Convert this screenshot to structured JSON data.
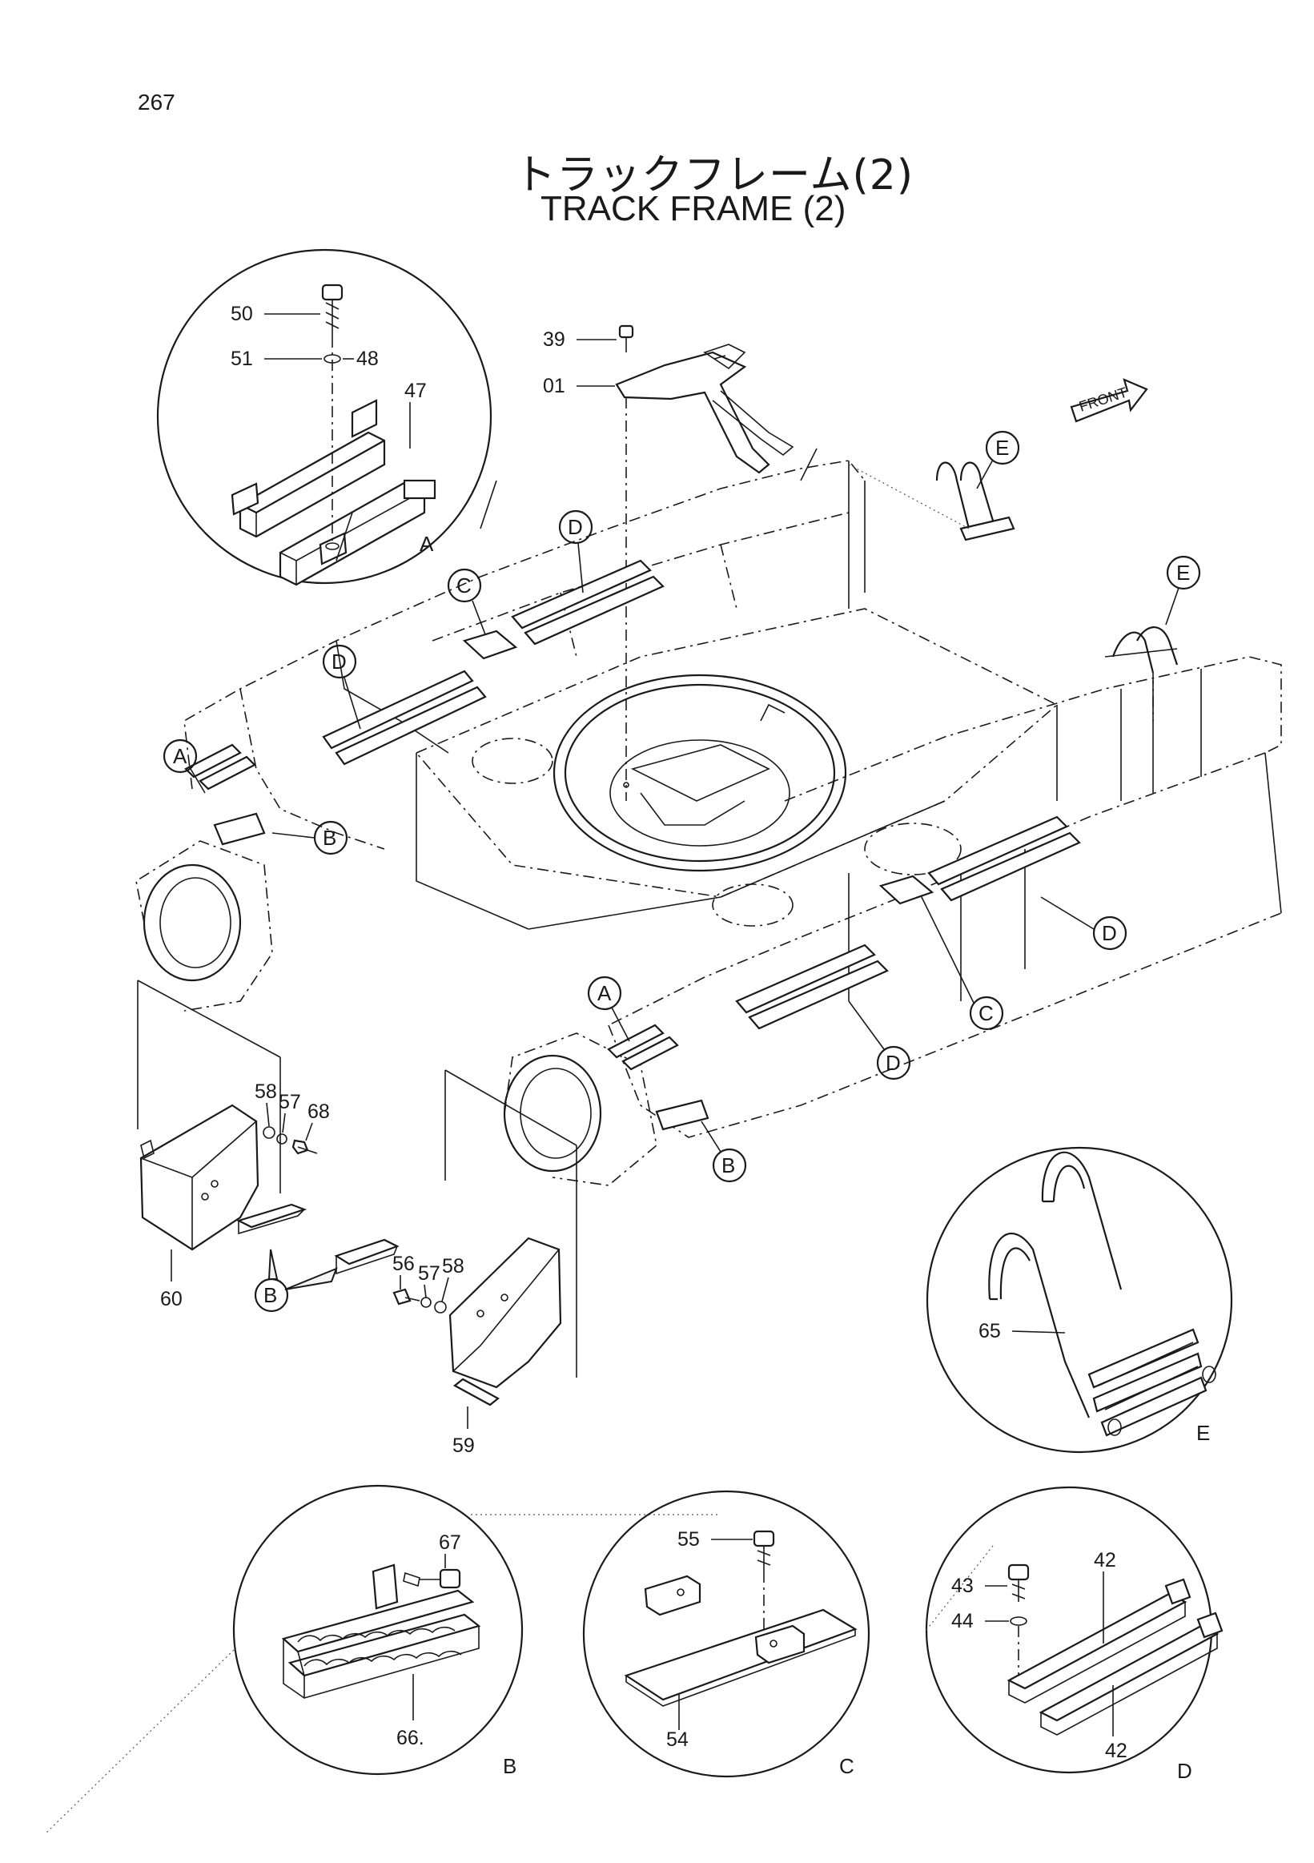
{
  "page": {
    "number": "267"
  },
  "title": {
    "japanese": "トラックフレーム(2)",
    "english": "TRACK FRAME (2)"
  },
  "front_label": "FRONT",
  "details": {
    "A": {
      "letter": "A",
      "parts": [
        "50",
        "51",
        "48",
        "47"
      ]
    },
    "B": {
      "letter": "B",
      "parts": [
        "67",
        "66."
      ]
    },
    "C": {
      "letter": "C",
      "parts": [
        "55",
        "54"
      ]
    },
    "D": {
      "letter": "D",
      "parts": [
        "42",
        "43",
        "44",
        "42"
      ]
    },
    "E": {
      "letter": "E",
      "parts": [
        "65"
      ]
    }
  },
  "main_callouts": {
    "p39": "39",
    "p01": "01",
    "p58a": "58",
    "p57a": "57",
    "p68": "68",
    "p60": "60",
    "p56": "56",
    "p57b": "57",
    "p58b": "58",
    "p59": "59"
  },
  "balloons": {
    "A1": "A",
    "A2": "A",
    "B1": "B",
    "B2": "B",
    "B3": "B",
    "C1": "C",
    "C2": "C",
    "D1": "D",
    "D2": "D",
    "D3": "D",
    "D4": "D",
    "E1": "E",
    "E2": "E"
  }
}
